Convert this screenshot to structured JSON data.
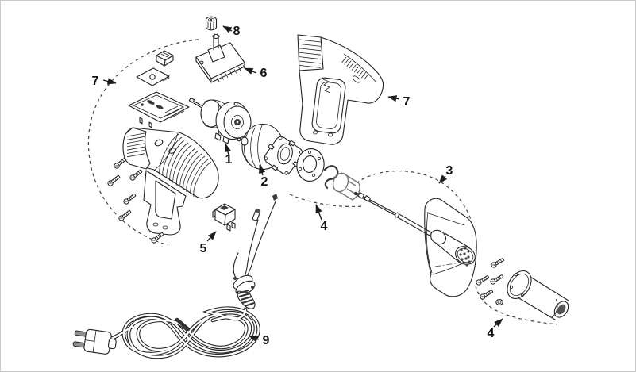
{
  "figure": {
    "kind": "exploded-parts-line-art",
    "colors": {
      "background": "#ffffff",
      "line": "#222222",
      "dark_fill": "#3a3a3a",
      "frame_border": "#c9c9c9",
      "label": "#111111"
    }
  },
  "callouts": [
    {
      "label": "7",
      "target": "housing-left-assembly"
    },
    {
      "label": "8",
      "target": "knob-cap"
    },
    {
      "label": "6",
      "target": "control-circuit-board"
    },
    {
      "label": "1",
      "target": "motor-fan-assembly"
    },
    {
      "label": "2",
      "target": "motor-field-housing"
    },
    {
      "label": "4",
      "target": "fan-plate-hardware-set"
    },
    {
      "label": "7",
      "target": "housing-right"
    },
    {
      "label": "3",
      "target": "heating-element-assembly"
    },
    {
      "label": "4",
      "target": "nozzle-hardware-set"
    },
    {
      "label": "5",
      "target": "power-switch"
    },
    {
      "label": "9",
      "target": "power-cord-assembly"
    }
  ]
}
